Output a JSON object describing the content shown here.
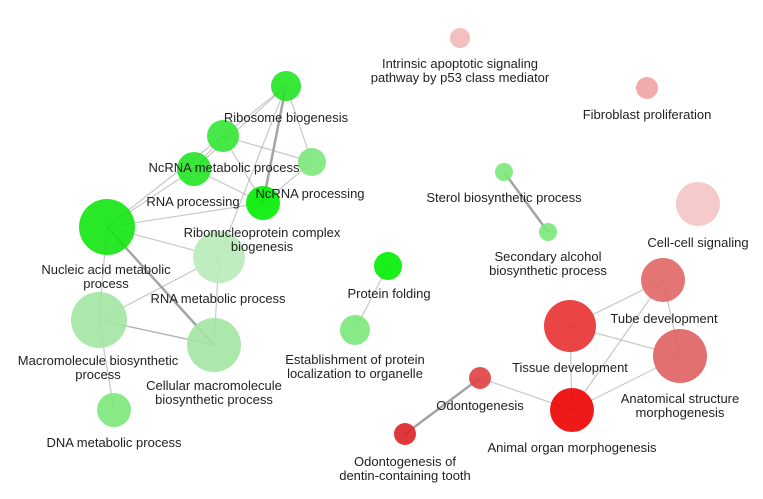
{
  "colors": {
    "green": "#00e000",
    "light_green": "#99e699",
    "red": "#e00000",
    "pink": "#e88c8c",
    "light_pink": "#f3b8b8",
    "edge": "#9a9a9a"
  },
  "nodes": [
    {
      "id": "ribosome-biogenesis",
      "label": [
        "Ribosome biogenesis"
      ],
      "color": "#22e622",
      "size": 3
    },
    {
      "id": "ncrna-metabolic-process",
      "label": [
        "NcRNA metabolic process"
      ],
      "color": "#33e633",
      "size": 4
    },
    {
      "id": "ncrna-processing",
      "label": [
        "NcRNA processing"
      ],
      "color": "#7ae87a",
      "size": 3
    },
    {
      "id": "rna-processing-top",
      "label": [],
      "color": "#22e622",
      "size": 3
    },
    {
      "id": "rna-processing",
      "label": [
        "RNA processing"
      ],
      "color": "#00ee00",
      "size": 3.5
    },
    {
      "id": "nucleic-acid-metabolic-process",
      "label": [
        "Nucleic acid metabolic",
        "process"
      ],
      "color": "#11e611",
      "size": 8
    },
    {
      "id": "ribonucleoprotein-complex-biogenesis",
      "label": [
        "Ribonucleoprotein complex",
        "biogenesis"
      ],
      "color": "#b8ebb8",
      "size": 6
    },
    {
      "id": "rna-metabolic-process",
      "label": [
        "RNA metabolic process"
      ],
      "color": "#a3e6a3",
      "size": 7
    },
    {
      "id": "macromolecule-biosynthetic-process",
      "label": [
        "Macromolecule biosynthetic",
        "process"
      ],
      "color": "#a3e6a3",
      "size": 8
    },
    {
      "id": "cellular-macromolecule-biosynthetic-process",
      "label": [
        "Cellular macromolecule",
        "biosynthetic process"
      ],
      "color": "#bfeebf",
      "size": 2
    },
    {
      "id": "dna-metabolic-process",
      "label": [
        "DNA metabolic process"
      ],
      "color": "#7ae87a",
      "size": 4
    },
    {
      "id": "protein-folding",
      "label": [
        "Protein folding"
      ],
      "color": "#00ee00",
      "size": 3
    },
    {
      "id": "establishment-of-protein-localization",
      "label": [
        "Establishment of protein",
        "localization to organelle"
      ],
      "color": "#7ae87a",
      "size": 3.5
    },
    {
      "id": "sterol-biosynthetic-process",
      "label": [
        "Sterol biosynthetic process"
      ],
      "color": "#7ae87a",
      "size": 2
    },
    {
      "id": "secondary-alcohol-biosynthetic-process",
      "label": [
        "Secondary alcohol",
        "biosynthetic process"
      ],
      "color": "#7ae87a",
      "size": 2
    },
    {
      "id": "intrinsic-apoptotic-signaling",
      "label": [
        "Intrinsic apoptotic signaling",
        "pathway by p53 class mediator"
      ],
      "color": "#f3b8b8",
      "size": 2
    },
    {
      "id": "fibroblast-proliferation",
      "label": [
        "Fibroblast proliferation"
      ],
      "color": "#eea3a3",
      "size": 2
    },
    {
      "id": "cell-cell-signaling",
      "label": [
        "Cell-cell signaling"
      ],
      "color": "#f3c4c4",
      "size": 5
    },
    {
      "id": "tube-development",
      "label": [
        "Tube development"
      ],
      "color": "#e06666",
      "size": 5
    },
    {
      "id": "tissue-development",
      "label": [
        "Tissue development"
      ],
      "color": "#e83030",
      "size": 7
    },
    {
      "id": "anatomical-structure-morphogenesis",
      "label": [
        "Anatomical structure",
        "morphogenesis"
      ],
      "color": "#e06060",
      "size": 7
    },
    {
      "id": "animal-organ-morphogenesis",
      "label": [
        "Animal organ morphogenesis"
      ],
      "color": "#ee0000",
      "size": 6
    },
    {
      "id": "odontogenesis",
      "label": [
        "Odontogenesis"
      ],
      "color": "#e04040",
      "size": 2
    },
    {
      "id": "odontogenesis-of-dentin-containing-tooth",
      "label": [
        "Odontogenesis of",
        "dentin-containing tooth"
      ],
      "color": "#dd2222",
      "size": 2
    }
  ],
  "edges": [
    [
      "ribosome-biogenesis",
      "ncrna-metabolic-process"
    ],
    [
      "ribosome-biogenesis",
      "ncrna-processing"
    ],
    [
      "ribosome-biogenesis",
      "rna-processing-top"
    ],
    [
      "ribosome-biogenesis",
      "rna-processing"
    ],
    [
      "ribosome-biogenesis",
      "ribonucleoprotein-complex-biogenesis"
    ],
    [
      "ncrna-metabolic-process",
      "ncrna-processing"
    ],
    [
      "ncrna-metabolic-process",
      "rna-processing-top"
    ],
    [
      "ncrna-metabolic-process",
      "rna-processing"
    ],
    [
      "ncrna-processing",
      "rna-processing"
    ],
    [
      "rna-processing-top",
      "rna-processing"
    ],
    [
      "rna-processing-top",
      "nucleic-acid-metabolic-process"
    ],
    [
      "ncrna-metabolic-process",
      "nucleic-acid-metabolic-process"
    ],
    [
      "rna-processing",
      "nucleic-acid-metabolic-process"
    ],
    [
      "nucleic-acid-metabolic-process",
      "ribonucleoprotein-complex-biogenesis"
    ],
    [
      "nucleic-acid-metabolic-process",
      "rna-metabolic-process"
    ],
    [
      "nucleic-acid-metabolic-process",
      "macromolecule-biosynthetic-process"
    ],
    [
      "ribonucleoprotein-complex-biogenesis",
      "rna-metabolic-process"
    ],
    [
      "ribonucleoprotein-complex-biogenesis",
      "macromolecule-biosynthetic-process"
    ],
    [
      "rna-metabolic-process",
      "macromolecule-biosynthetic-process"
    ],
    [
      "macromolecule-biosynthetic-process",
      "cellular-macromolecule-biosynthetic-process"
    ],
    [
      "macromolecule-biosynthetic-process",
      "dna-metabolic-process"
    ],
    [
      "protein-folding",
      "establishment-of-protein-localization"
    ],
    [
      "sterol-biosynthetic-process",
      "secondary-alcohol-biosynthetic-process"
    ],
    [
      "tube-development",
      "tissue-development"
    ],
    [
      "tube-development",
      "anatomical-structure-morphogenesis"
    ],
    [
      "tube-development",
      "animal-organ-morphogenesis"
    ],
    [
      "tissue-development",
      "anatomical-structure-morphogenesis"
    ],
    [
      "tissue-development",
      "animal-organ-morphogenesis"
    ],
    [
      "anatomical-structure-morphogenesis",
      "animal-organ-morphogenesis"
    ],
    [
      "odontogenesis",
      "animal-organ-morphogenesis"
    ],
    [
      "odontogenesis",
      "odontogenesis-of-dentin-containing-tooth"
    ]
  ]
}
